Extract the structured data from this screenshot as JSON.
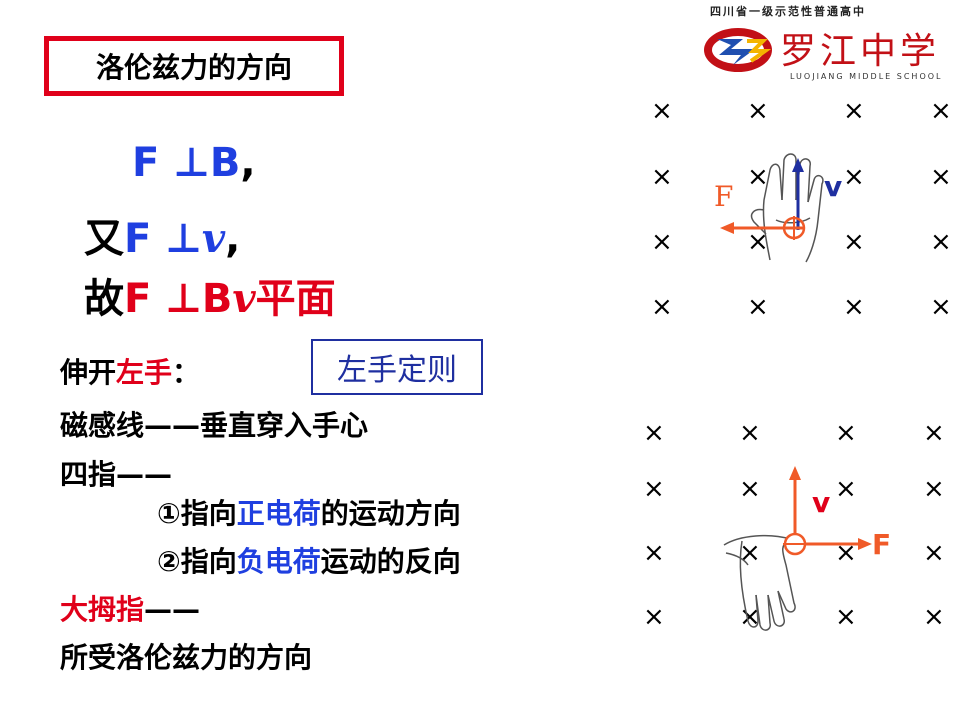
{
  "title": "洛伦兹力的方向",
  "formulas": {
    "line1": {
      "f": "F",
      "perp": "⊥",
      "b": "B",
      "comma": ","
    },
    "line2": {
      "prefix": "又",
      "f": "F",
      "perp": "⊥",
      "v": "v",
      "comma": ","
    },
    "line3": {
      "prefix": "故",
      "f": "F",
      "perp": "⊥",
      "b": "B",
      "v": "v",
      "suffix": "平面"
    }
  },
  "rule_label": "左手定则",
  "rules": {
    "extend_prefix": "伸开",
    "left_hand": "左手",
    "extend_colon": "：",
    "field_line": "磁感线——垂直穿入手心",
    "four_fingers": "四指——",
    "item1_prefix": "①指向",
    "item1_charge": "正电荷",
    "item1_suffix": "的运动方向",
    "item2_prefix": "②指向",
    "item2_charge": "负电荷",
    "item2_suffix": "运动的反向",
    "thumb": "大拇指",
    "thumb_dash": "——",
    "force_dir": "所受洛伦兹力的方向"
  },
  "logo": {
    "top_text": "四川省一级示范性普通高中",
    "cn_name": "罗江中学",
    "en_name": "LUOJIANG MIDDLE SCHOOL"
  },
  "diagram_top": {
    "cross": "×",
    "f_label": "F",
    "v_label": "v"
  },
  "diagram_bottom": {
    "cross": "×",
    "f_label": "F",
    "v_label": "v"
  },
  "colors": {
    "red": "#e0001a",
    "blue": "#1f3fe0",
    "arrow": "#f05a28"
  }
}
